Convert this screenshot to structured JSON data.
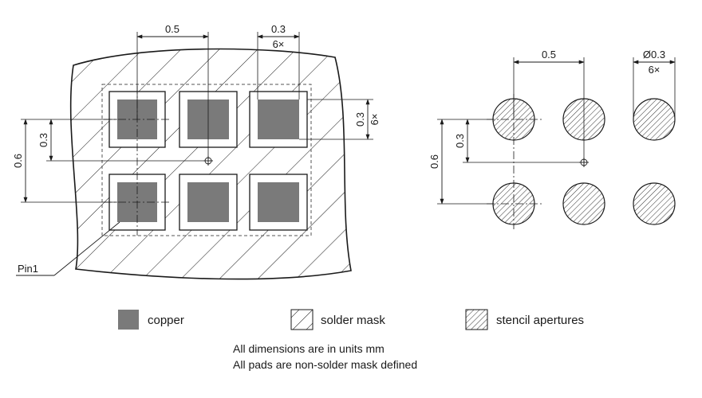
{
  "footprint": {
    "pitch_label": "0.5",
    "pad_size_label": "0.3",
    "pad_count_label": "6×",
    "row_pitch_label": "0.6",
    "half_row_label": "0.3",
    "pin1_label": "Pin1"
  },
  "stencil": {
    "pitch_label": "0.5",
    "diameter_label": "Ø0.3",
    "count_label": "6×",
    "row_pitch_label": "0.6",
    "half_row_label": "0.3"
  },
  "legend": {
    "copper": "copper",
    "solder_mask": "solder mask",
    "stencil": "stencil apertures"
  },
  "notes": {
    "line1": "All dimensions are in units mm",
    "line2": "All pads are non-solder mask defined"
  },
  "colors": {
    "copper": "#7a7a7a",
    "line": "#1a1a1a"
  }
}
